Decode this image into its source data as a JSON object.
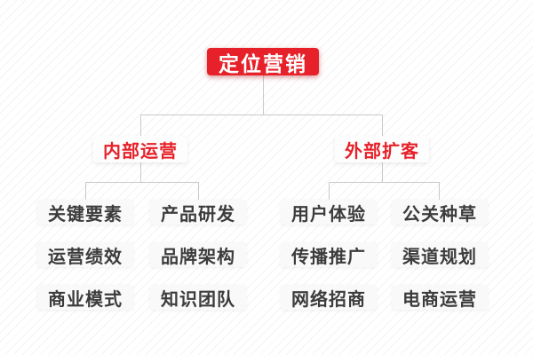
{
  "diagram": {
    "type": "mindmap-tree",
    "colors": {
      "accent_red": "#e62129",
      "root_text": "#ffffff",
      "leaf_text": "#3c3c3c",
      "node_background": "#f9f9f9",
      "connector_line": "#c9c9c9",
      "background_stripe": "#f3f3f3"
    },
    "tree": {
      "root": {
        "label": "定位营销"
      },
      "branches": [
        {
          "label": "内部运营",
          "children": [
            "关键要素",
            "产品研发",
            "运营绩效",
            "品牌架构",
            "商业模式",
            "知识团队"
          ]
        },
        {
          "label": "外部扩客",
          "children": [
            "用户体验",
            "公关种草",
            "传播推广",
            "渠道规划",
            "网络招商",
            "电商运营"
          ]
        }
      ]
    }
  }
}
